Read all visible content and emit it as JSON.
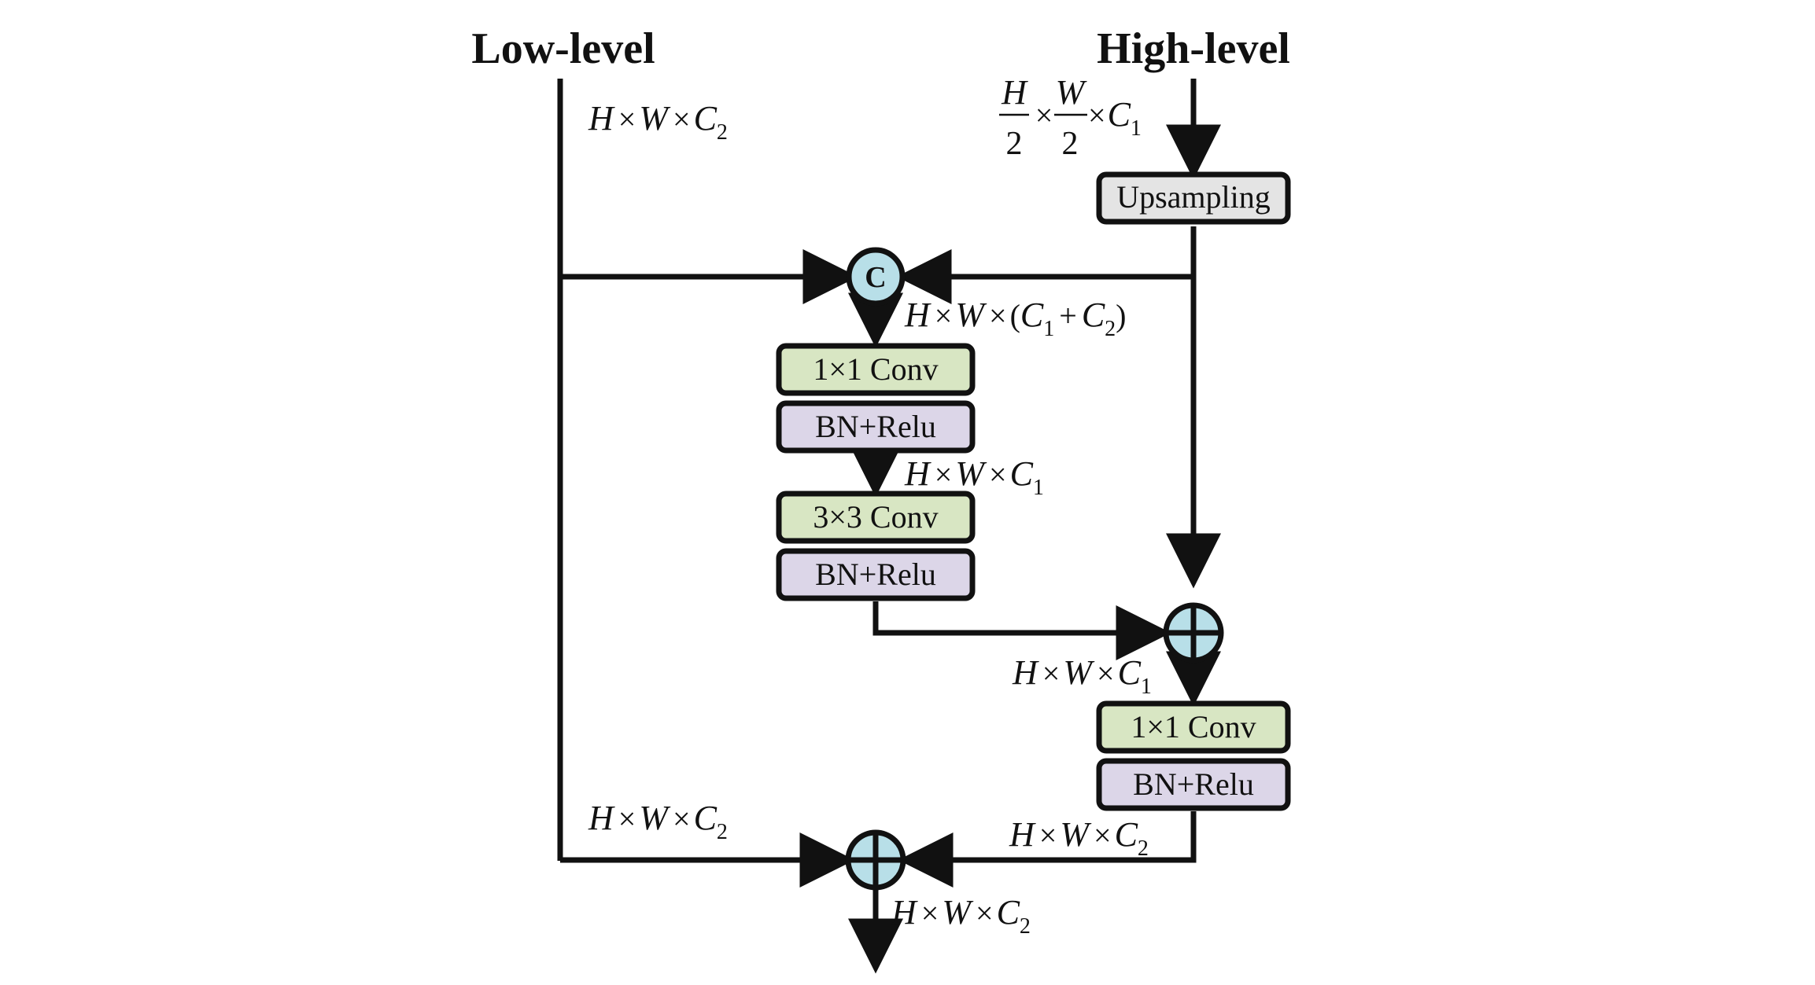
{
  "headings": {
    "low": "Low-level",
    "high": "High-level"
  },
  "boxes": {
    "upsampling": "Upsampling",
    "conv1": "1×1 Conv",
    "bn1": "BN+Relu",
    "conv3": "3×3 Conv",
    "bn2": "BN+Relu",
    "conv1b": "1×1 Conv",
    "bn3": "BN+Relu"
  },
  "nodes": {
    "concat": "C"
  },
  "dims": {
    "H": "H",
    "W": "W",
    "C": "C",
    "two": "2",
    "times": "×",
    "plus": "+",
    "lparen": "(",
    "rparen": ")",
    "one": "1",
    "sub2": "2"
  },
  "colors": {
    "green_box": "#d8e6c3",
    "purple_box": "#dcd6e8",
    "gray_box": "#e4e4e4",
    "node_fill": "#b8dfe8",
    "line": "#111111"
  }
}
